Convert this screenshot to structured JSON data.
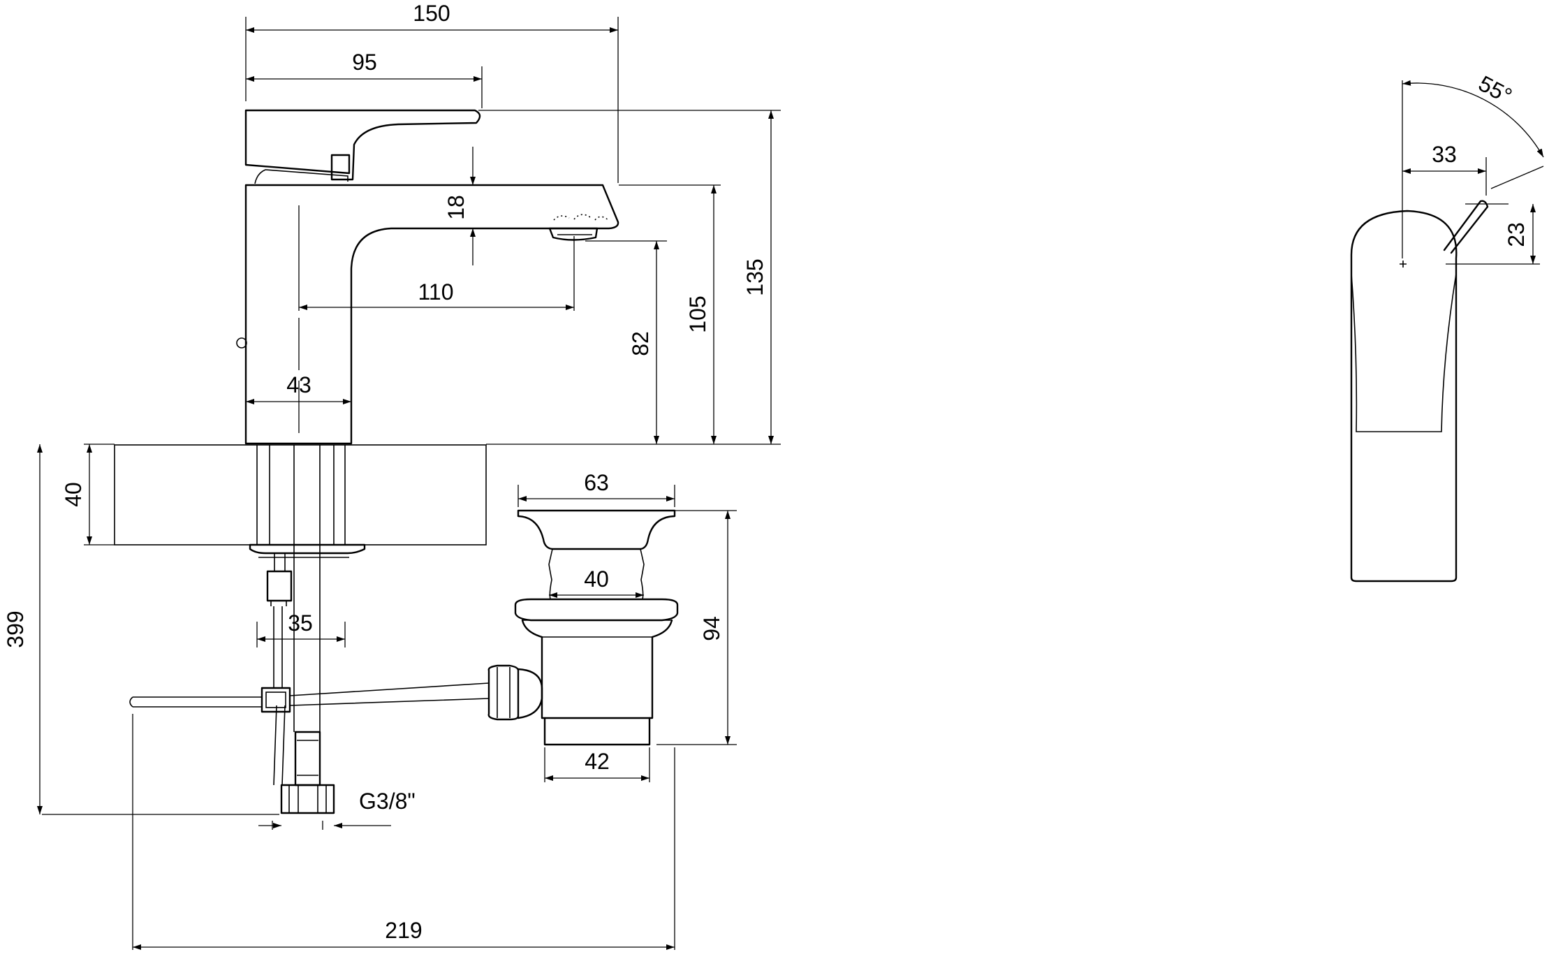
{
  "dimensions": {
    "d150": "150",
    "d95": "95",
    "d18": "18",
    "d110": "110",
    "d43": "43",
    "d82": "82",
    "d105": "105",
    "d135": "135",
    "d40_counter": "40",
    "d399": "399",
    "d63": "63",
    "d40_waste": "40",
    "d94": "94",
    "d42": "42",
    "d35": "35",
    "thread": "G3/8\"",
    "d219": "219",
    "d55": "55°",
    "d33": "33",
    "d23": "23"
  }
}
